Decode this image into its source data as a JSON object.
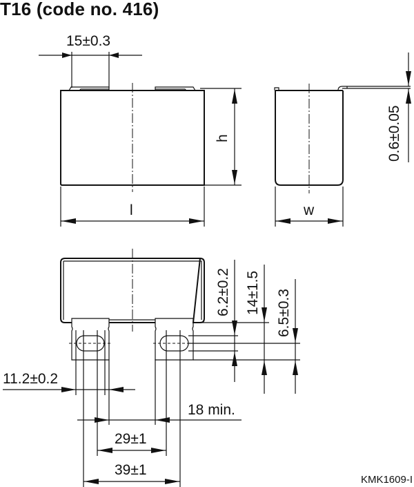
{
  "title": "T16 (code no. 416)",
  "figure_code": "KMK1609-I",
  "dimensions": {
    "terminal_width": "15±0.3",
    "height": "h",
    "length": "l",
    "width": "w",
    "terminal_thickness": "0.6±0.05",
    "terminal_offset": "6.2±0.2",
    "terminal_length": "14±1.5",
    "hole_position": "6.5±0.3",
    "hole_width": "11.2±0.2",
    "terminal_gap": "18 min.",
    "inner_spacing": "29±1",
    "outer_spacing": "39±1"
  },
  "views": [
    "front-view",
    "side-view",
    "top-view"
  ]
}
